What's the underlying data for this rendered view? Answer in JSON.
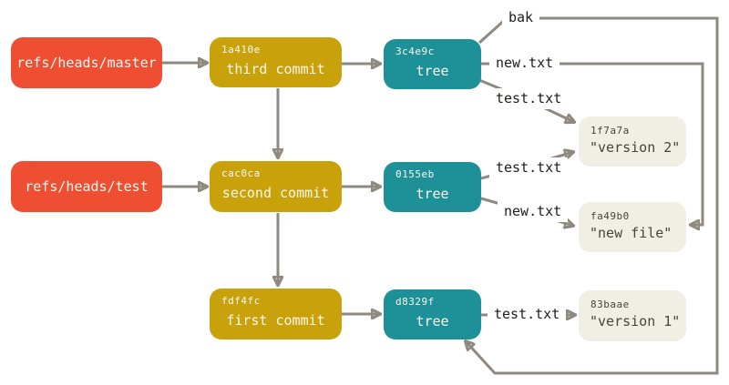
{
  "diagram": {
    "refs": [
      {
        "label": "refs/heads/master"
      },
      {
        "label": "refs/heads/test"
      }
    ],
    "commits": [
      {
        "hash": "1a410e",
        "label": "third commit"
      },
      {
        "hash": "cac0ca",
        "label": "second commit"
      },
      {
        "hash": "fdf4fc",
        "label": "first commit"
      }
    ],
    "trees": [
      {
        "hash": "3c4e9c",
        "label": "tree"
      },
      {
        "hash": "0155eb",
        "label": "tree"
      },
      {
        "hash": "d8329f",
        "label": "tree"
      }
    ],
    "blobs": [
      {
        "hash": "1f7a7a",
        "label": "\"version 2\""
      },
      {
        "hash": "fa49b0",
        "label": "\"new file\""
      },
      {
        "hash": "83baae",
        "label": "\"version 1\""
      }
    ],
    "edge_labels": [
      {
        "text": "bak"
      },
      {
        "text": "new.txt"
      },
      {
        "text": "test.txt"
      },
      {
        "text": "test.txt"
      },
      {
        "text": "new.txt"
      },
      {
        "text": "test.txt"
      }
    ],
    "colors": {
      "ref": "#ee4e32",
      "commit": "#c9a20b",
      "tree": "#1e9198",
      "blob_bg": "#f0eee5",
      "blob_text": "#45443d",
      "line": "#8f897f",
      "label_bg": "#ffffff",
      "label_text": "#1d1d1b",
      "node_text": "#faf7ee"
    }
  }
}
